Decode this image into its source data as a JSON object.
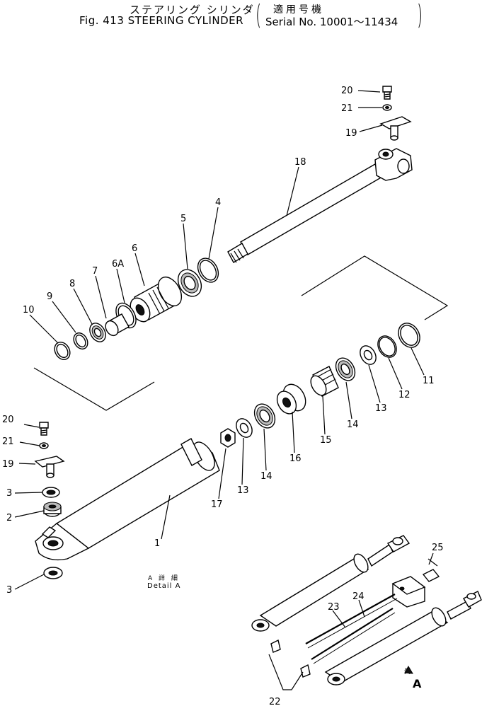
{
  "header": {
    "title_jp": "ステアリング シリンダ",
    "title_en": "Fig. 413 STEERING CYLINDER",
    "serial_jp": "適用号機",
    "serial_en": "Serial No. 10001～11434"
  },
  "callouts": {
    "p1": "1",
    "p2": "2",
    "p3a": "3",
    "p3b": "3",
    "p4": "4",
    "p5": "5",
    "p6": "6",
    "p6a": "6A",
    "p7": "7",
    "p8": "8",
    "p9": "9",
    "p10": "10",
    "p11": "11",
    "p12": "12",
    "p13a": "13",
    "p13b": "13",
    "p14a": "14",
    "p14b": "14",
    "p15": "15",
    "p16": "16",
    "p17": "17",
    "p18": "18",
    "p19a": "19",
    "p19b": "19",
    "p20a": "20",
    "p20b": "20",
    "p21a": "21",
    "p21b": "21",
    "p22": "22",
    "p23": "23",
    "p24": "24",
    "p25": "25"
  },
  "detail": {
    "label_jp": "A 詳 細",
    "label_en": "Detail A",
    "arrow_label": "A",
    "arrow_jp": "矢"
  }
}
